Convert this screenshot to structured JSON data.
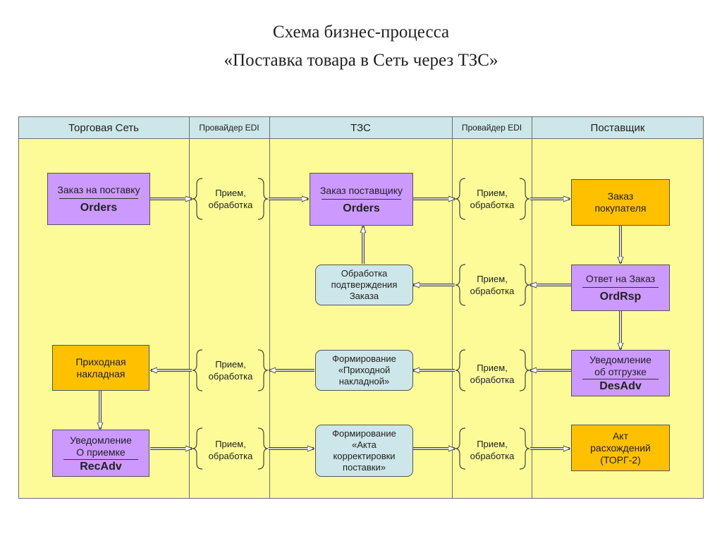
{
  "title": {
    "line1": "Схема бизнес-процесса",
    "line2": "«Поставка товара в Сеть через ТЗС»"
  },
  "lanes": [
    "Торговая Сеть",
    "Провайдер EDI",
    "ТЗС",
    "Провайдер EDI",
    "Поставщик"
  ],
  "network": {
    "order": {
      "label": "Заказ на поставку",
      "code": "Orders"
    },
    "receipt_invoice": {
      "line1": "Приходная",
      "line2": "накладная"
    },
    "receipt_notice": {
      "line1": "Уведомление",
      "line2": "О приемке",
      "code": "RecAdv"
    }
  },
  "tzs": {
    "supplier_order": {
      "label": "Заказ поставщику",
      "code": "Orders"
    },
    "confirmation": {
      "line1": "Обработка",
      "line2": "подтверждения",
      "line3": "Заказа"
    },
    "form_invoice": {
      "line1": "Формирование",
      "line2": "«Приходной",
      "line3": "накладной»"
    },
    "form_act": {
      "line1": "Формирование",
      "line2": "«Акта",
      "line3": "корректировки",
      "line4": "поставки»"
    }
  },
  "supplier": {
    "buyer_order": {
      "line1": "Заказ",
      "line2": "покупателя"
    },
    "order_response": {
      "label": "Ответ на Заказ",
      "code": "OrdRsp"
    },
    "shipment_notice": {
      "line1": "Уведомление",
      "line2": "об отгрузке",
      "code": "DesAdv"
    },
    "discrepancy_act": {
      "line1": "Акт",
      "line2": "расхождений",
      "line3": "(ТОРГ-2)"
    }
  },
  "edi": {
    "receive_line1": "Прием,",
    "receive_line2": "обработка"
  },
  "colors": {
    "lane_fill": "#fdfb98",
    "header_fill": "#cde6e9",
    "document_fill": "#cc99ff",
    "paper_fill": "#ffc000",
    "process_fill": "#cde6e9"
  }
}
